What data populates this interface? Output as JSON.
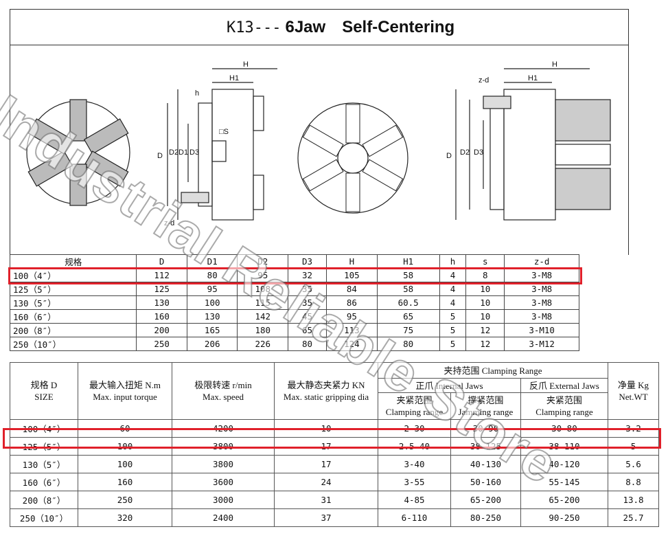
{
  "title": {
    "code": "K13---",
    "jaw": "6Jaw",
    "type": "Self-Centering"
  },
  "drawing_labels": {
    "H": "H",
    "H1": "H1",
    "h": "h",
    "D": "D",
    "D1": "D1",
    "D2": "D2",
    "D3": "D3",
    "s": "□S",
    "zd": "z-d"
  },
  "table1": {
    "headers": [
      "规格",
      "D",
      "D1",
      "D2",
      "D3",
      "H",
      "H1",
      "h",
      "s",
      "z-d"
    ],
    "rows": [
      [
        "100（4″）",
        "112",
        "80",
        "95",
        "32",
        "105",
        "58",
        "4",
        "8",
        "3-M8"
      ],
      [
        "125（5″）",
        "125",
        "95",
        "108",
        "35",
        "84",
        "58",
        "4",
        "10",
        "3-M8"
      ],
      [
        "130（5″）",
        "130",
        "100",
        "115",
        "35",
        "86",
        "60.5",
        "4",
        "10",
        "3-M8"
      ],
      [
        "160（6″）",
        "160",
        "130",
        "142",
        "45",
        "95",
        "65",
        "5",
        "10",
        "3-M8"
      ],
      [
        "200（8″）",
        "200",
        "165",
        "180",
        "65",
        "113",
        "75",
        "5",
        "12",
        "3-M10"
      ],
      [
        "250（10″）",
        "250",
        "206",
        "226",
        "80",
        "124",
        "80",
        "5",
        "12",
        "3-M12"
      ]
    ]
  },
  "table2": {
    "h_size": [
      "规格 D",
      "SIZE"
    ],
    "h_torque": [
      "最大输入扭矩 N.m",
      "Max.  input torque"
    ],
    "h_speed": [
      "极限转速 r/min",
      "Max. speed"
    ],
    "h_grip": [
      "最大静态夹紧力 KN",
      "Max. static gripping dia"
    ],
    "h_clamp": "夹持范围   Clamping Range",
    "h_internal": "正爪  Internal Jaws",
    "h_external": "反爪  External Jaws",
    "h_weight": [
      "净量 Kg",
      "Net.WT"
    ],
    "h_sub1": [
      "夹紧范围",
      "Clamping range"
    ],
    "h_sub2": [
      "撑紧范围",
      "Jamming range"
    ],
    "h_sub3": [
      "夹紧范围",
      "Clamping range"
    ],
    "rows": [
      [
        "100（4″）",
        "60",
        "4200",
        "10",
        "2-30",
        "30-90",
        "30-80",
        "3.2"
      ],
      [
        "125（5″）",
        "100",
        "3800",
        "17",
        "2.5-40",
        "38-125",
        "38-110",
        "5"
      ],
      [
        "130（5″）",
        "100",
        "3800",
        "17",
        "3-40",
        "40-130",
        "40-120",
        "5.6"
      ],
      [
        "160（6″）",
        "160",
        "3600",
        "24",
        "3-55",
        "50-160",
        "55-145",
        "8.8"
      ],
      [
        "200（8″）",
        "250",
        "3000",
        "31",
        "4-85",
        "65-200",
        "65-200",
        "13.8"
      ],
      [
        "250（10″）",
        "320",
        "2400",
        "37",
        "6-110",
        "80-250",
        "90-250",
        "25.7"
      ]
    ]
  },
  "watermark": "Industrial Reliable Store",
  "highlight_color": "#e0202a"
}
